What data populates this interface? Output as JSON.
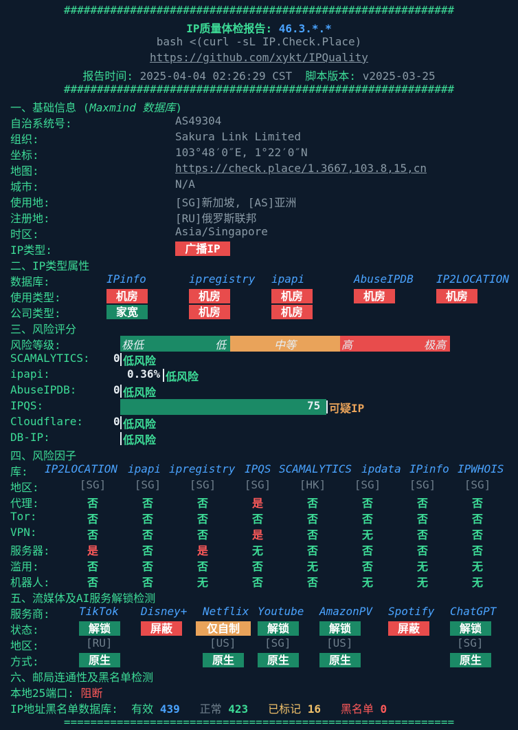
{
  "header": {
    "hash_line": "###########################################################",
    "eq_line": "===========================================================",
    "title_prefix": "IP质量体检报告: ",
    "title_ip": "46.3.*.*",
    "command": "bash <(curl -sL IP.Check.Place)",
    "repo": "https://github.com/xykt/IPQuality",
    "report_time_label": "报告时间: ",
    "report_time": "2025-04-04 02:26:29 CST",
    "script_version_label": "  脚本版本: ",
    "script_version": "v2025-03-25"
  },
  "basic": {
    "title": "一、基础信息 (",
    "title_db": "Maxmind 数据库",
    "title_end": ")",
    "asn_label": "自治系统号:",
    "asn": "AS49304",
    "org_label": "组织:",
    "org": "Sakura Link Limited",
    "coord_label": "坐标:",
    "coord": "103°48′0″E, 1°22′0″N",
    "map_label": "地图:",
    "map": "https://check.place/1.3667,103.8,15,cn",
    "city_label": "城市:",
    "city": "N/A",
    "usage_label": "使用地:",
    "usage": "[SG]新加坡, [AS]亚洲",
    "reg_label": "注册地:",
    "reg": "[RU]俄罗斯联邦",
    "tz_label": "时区:",
    "tz": "Asia/Singapore",
    "iptype_label": "IP类型:",
    "iptype": "广播IP"
  },
  "iptype": {
    "title": "二、IP类型属性",
    "db_label": "数据库:",
    "usage_label": "使用类型:",
    "company_label": "公司类型:",
    "dbs": [
      "IPinfo",
      "ipregistry",
      "ipapi",
      "AbuseIPDB",
      "IP2LOCATION"
    ],
    "usage": [
      "机房",
      "机房",
      "机房",
      "机房",
      "机房"
    ],
    "company": [
      "家宽",
      "机房",
      "机房",
      "",
      ""
    ]
  },
  "risk": {
    "title": "三、风险评分",
    "level_label": "风险等级:",
    "levels": [
      "极低",
      "低",
      "中等",
      "高",
      "极高"
    ],
    "colors": {
      "green": "#1b8a66",
      "orange": "#e9a35a",
      "red": "#e84c4c"
    },
    "rows": [
      {
        "name": "SCAMALYTICS:",
        "value": "0",
        "text": "低风险",
        "fraction": 0.0
      },
      {
        "name": "ipapi:",
        "value": "0.36%",
        "text": "低风险",
        "fraction": 0.0036
      },
      {
        "name": "AbuseIPDB:",
        "value": "0",
        "text": "低风险",
        "fraction": 0.0
      },
      {
        "name": "IPQS:",
        "value": "75",
        "text": "可疑IP",
        "fraction": 0.75
      },
      {
        "name": "Cloudflare:",
        "value": "0",
        "text": "低风险",
        "fraction": 0.0
      },
      {
        "name": "DB-IP:",
        "value": "",
        "text": "低风险",
        "fraction": 0.0
      }
    ]
  },
  "factors": {
    "title": "四、风险因子",
    "lib_label": "库:",
    "libs": [
      "IP2LOCATION",
      "ipapi",
      "ipregistry",
      "IPQS",
      "SCAMALYTICS",
      "ipdata",
      "IPinfo",
      "IPWHOIS"
    ],
    "rows": [
      {
        "label": "地区:",
        "cells": [
          "[SG]",
          "[SG]",
          "[SG]",
          "[SG]",
          "[HK]",
          "[SG]",
          "[SG]",
          "[SG]"
        ],
        "kind": "region"
      },
      {
        "label": "代理:",
        "cells": [
          "否",
          "否",
          "否",
          "是",
          "否",
          "否",
          "否",
          "否"
        ]
      },
      {
        "label": "Tor:",
        "cells": [
          "否",
          "否",
          "否",
          "否",
          "否",
          "否",
          "否",
          "否"
        ]
      },
      {
        "label": "VPN:",
        "cells": [
          "否",
          "否",
          "否",
          "是",
          "否",
          "无",
          "否",
          "否"
        ]
      },
      {
        "label": "服务器:",
        "cells": [
          "是",
          "否",
          "是",
          "无",
          "否",
          "否",
          "否",
          "否"
        ]
      },
      {
        "label": "滥用:",
        "cells": [
          "否",
          "否",
          "否",
          "否",
          "无",
          "否",
          "无",
          "无"
        ]
      },
      {
        "label": "机器人:",
        "cells": [
          "否",
          "否",
          "无",
          "否",
          "否",
          "无",
          "无",
          "无"
        ]
      }
    ]
  },
  "streaming": {
    "title": "五、流媒体及AI服务解锁检测",
    "provider_label": "服务商:",
    "status_label": "状态:",
    "region_label": "地区:",
    "method_label": "方式:",
    "services": [
      {
        "name": "TikTok",
        "status": "解锁",
        "status_color": "green",
        "region": "[RU]",
        "method": "原生"
      },
      {
        "name": "Disney+",
        "status": "屏蔽",
        "status_color": "red",
        "region": "",
        "method": ""
      },
      {
        "name": "Netflix",
        "status": "仅自制",
        "status_color": "orange",
        "region": "[US]",
        "method": "原生"
      },
      {
        "name": "Youtube",
        "status": "解锁",
        "status_color": "green",
        "region": "[SG]",
        "method": "原生"
      },
      {
        "name": "AmazonPV",
        "status": "解锁",
        "status_color": "green",
        "region": "[US]",
        "method": "原生"
      },
      {
        "name": "Spotify",
        "status": "屏蔽",
        "status_color": "red",
        "region": "",
        "method": ""
      },
      {
        "name": "ChatGPT",
        "status": "解锁",
        "status_color": "green",
        "region": "[SG]",
        "method": "原生"
      }
    ]
  },
  "mail": {
    "title": "六、邮局连通性及黑名单检测",
    "port_label": "本地25端口: ",
    "port_status": "阻断",
    "bl_label": "IP地址黑名单数据库:  ",
    "valid_label": "有效 ",
    "valid": "439",
    "normal_label": "正常 ",
    "normal": "423",
    "marked_label": "已标记 ",
    "marked": "16",
    "black_label": "黑名单 ",
    "black": "0"
  }
}
